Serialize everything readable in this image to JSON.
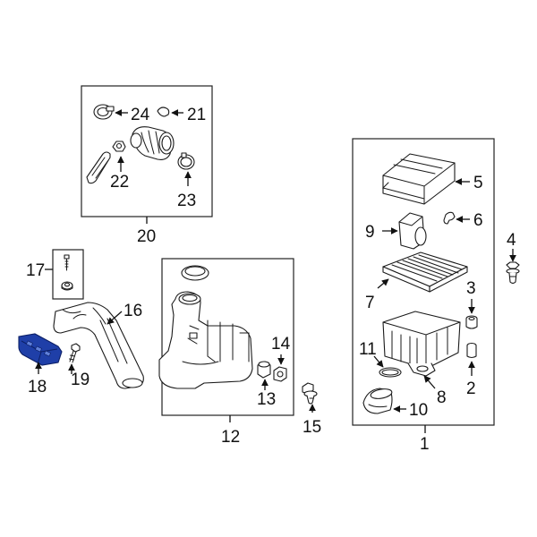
{
  "callouts": {
    "c1": "1",
    "c2": "2",
    "c3": "3",
    "c4": "4",
    "c5": "5",
    "c6": "6",
    "c7": "7",
    "c8": "8",
    "c9": "9",
    "c10": "10",
    "c11": "11",
    "c12": "12",
    "c13": "13",
    "c14": "14",
    "c15": "15",
    "c16": "16",
    "c17": "17",
    "c18": "18",
    "c19": "19",
    "c20": "20",
    "c21": "21",
    "c22": "22",
    "c23": "23",
    "c24": "24"
  },
  "colors": {
    "highlight": "#1f3fa8",
    "line": "#1a1a1a"
  },
  "highlighted_part": "18"
}
